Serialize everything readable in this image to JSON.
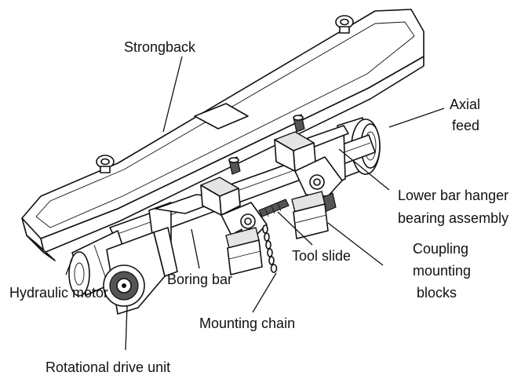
{
  "labels": {
    "strongback": "Strongback",
    "axial_feed_line1": "Axial",
    "axial_feed_line2": "feed",
    "lower_bar_hanger_line1": "Lower bar hanger",
    "lower_bar_hanger_line2": "bearing assembly",
    "coupling_line1": "Coupling",
    "coupling_line2": "mounting",
    "coupling_line3": "blocks",
    "tool_slide": "Tool slide",
    "hydraulic_motor": "Hydraulic motor",
    "boring_bar": "Boring bar",
    "mounting_chain": "Mounting chain",
    "rotational_drive_unit": "Rotational drive unit"
  }
}
